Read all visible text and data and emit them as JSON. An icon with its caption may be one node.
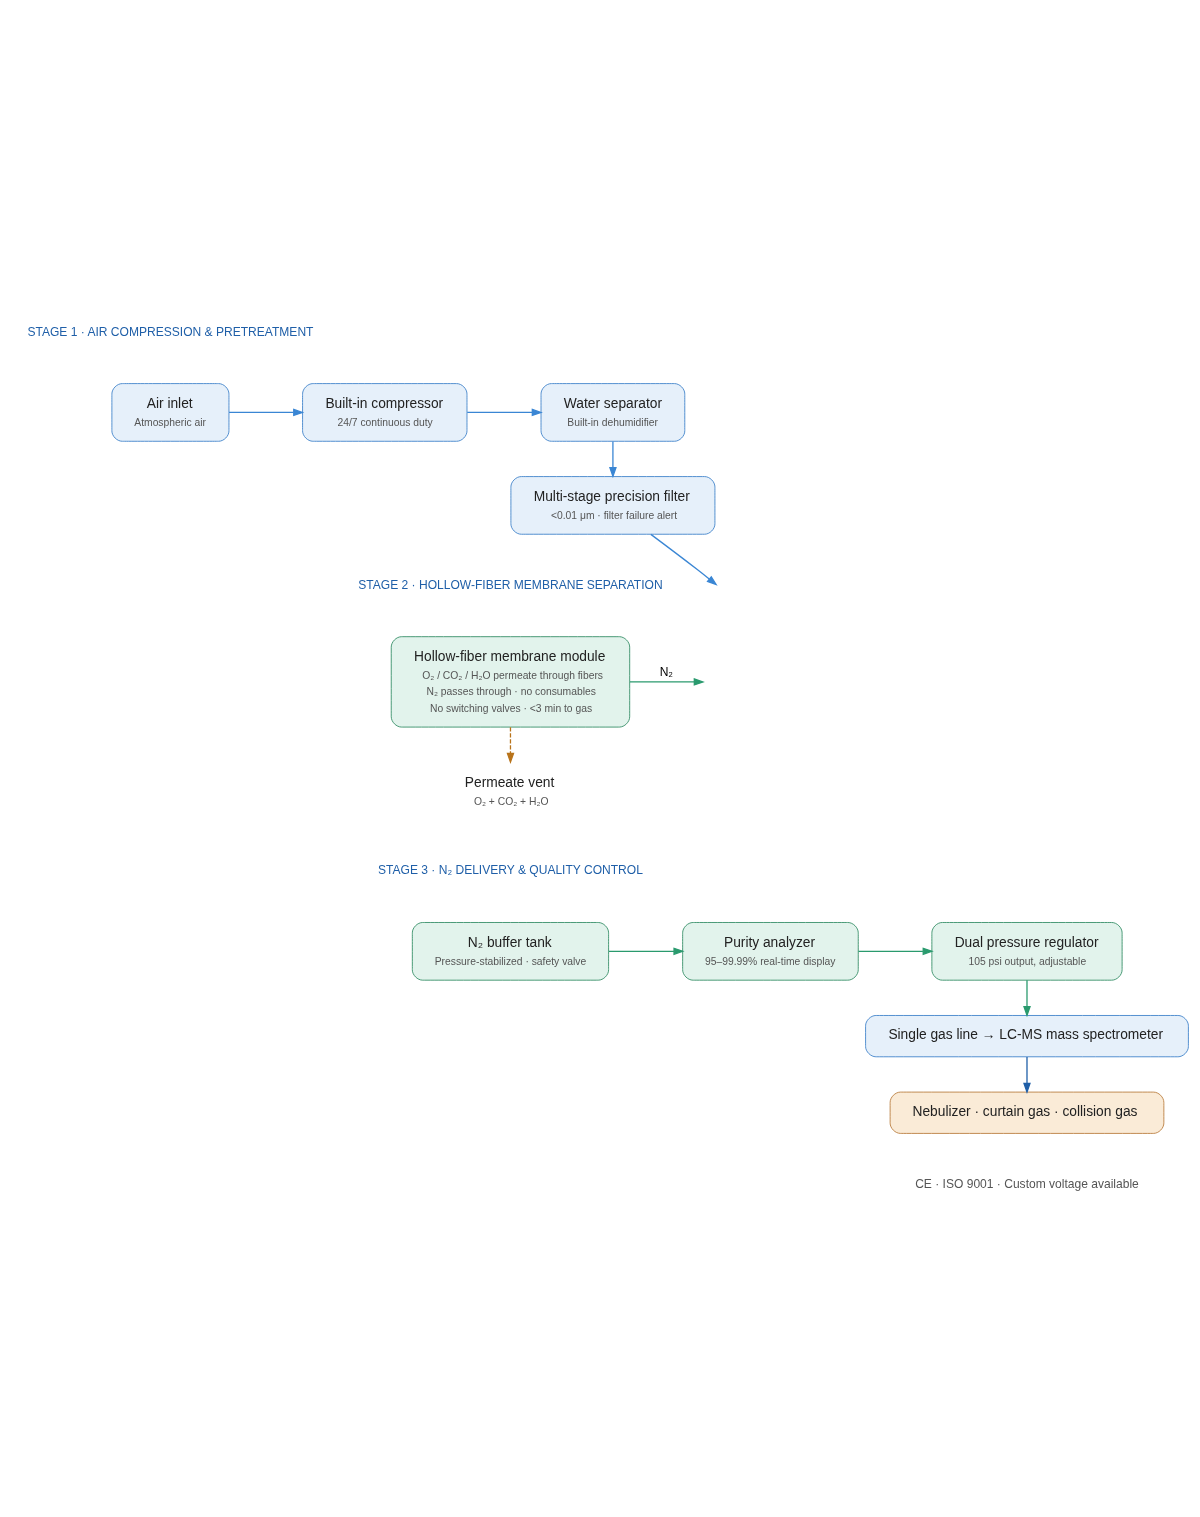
{
  "diagram": {
    "nodes": [
      {
        "text": [
          "Air inlet",
          "Atmospheric air"
        ]
      },
      {
        "text": [
          "Built-in compressor",
          "24/7 continuous duty"
        ]
      },
      {
        "text": [
          "Water separator",
          "Built-in dehumidifier"
        ]
      },
      {
        "text": [
          "Multi-stage precision filter",
          "<0.01 μm · filter failure alert"
        ]
      },
      {
        "text": [
          "Hollow-fiber membrane module",
          "O₂ / CO₂ / H₂O permeate through fibers",
          "N₂ passes through · no consumables",
          "No switching valves · <3 min to gas"
        ]
      },
      {
        "text": [
          "Permeate vent",
          "O₂ + CO₂ + H₂O"
        ]
      },
      {
        "text": [
          "N₂ buffer tank",
          "Pressure-stabilized · safety valve"
        ]
      },
      {
        "text": [
          "Purity analyzer",
          "95–99.99% real-time display"
        ]
      },
      {
        "text": [
          "Dual pressure regulator",
          "105 psi output, adjustable"
        ]
      },
      {
        "text": [
          "Single gas line → LC-MS mass spectrometer"
        ]
      },
      {
        "text": [
          "Nebulizer · curtain gas · collision gas"
        ]
      }
    ],
    "edges": [
      {
        "from": 0,
        "to": 1,
        "arrow": "to",
        "color": "#3a86d4"
      },
      {
        "from": 1,
        "to": 2,
        "arrow": "to",
        "color": "#3a86d4"
      },
      {
        "from": 2,
        "to": 3,
        "arrow": "to",
        "color": "#3a86d4"
      },
      {
        "from": 3,
        "to": null,
        "arrow": "to",
        "color": "#3a86d4"
      },
      {
        "from": 4,
        "to": null,
        "arrow": "to",
        "label": "N₂",
        "color": "#2a9a6e"
      },
      {
        "from": 4,
        "to": 5,
        "arrow": "to",
        "style": "dashed",
        "color": "#b8731a"
      },
      {
        "from": 6,
        "to": 7,
        "arrow": "to",
        "color": "#2a9a6e"
      },
      {
        "from": 7,
        "to": 8,
        "arrow": "to",
        "color": "#2a9a6e"
      },
      {
        "from": 8,
        "to": 9,
        "arrow": "to",
        "color": "#2a9a6e"
      },
      {
        "from": 9,
        "to": 10,
        "arrow": "to",
        "color": "#1f5fa8"
      }
    ],
    "labels": [
      "STAGE 1 · AIR COMPRESSION & PRETREATMENT",
      "STAGE 2 · HOLLOW-FIBER MEMBRANE SEPARATION",
      "STAGE 3 · N₂ DELIVERY & QUALITY CONTROL",
      "CE · ISO 9001 · Custom voltage available"
    ]
  }
}
